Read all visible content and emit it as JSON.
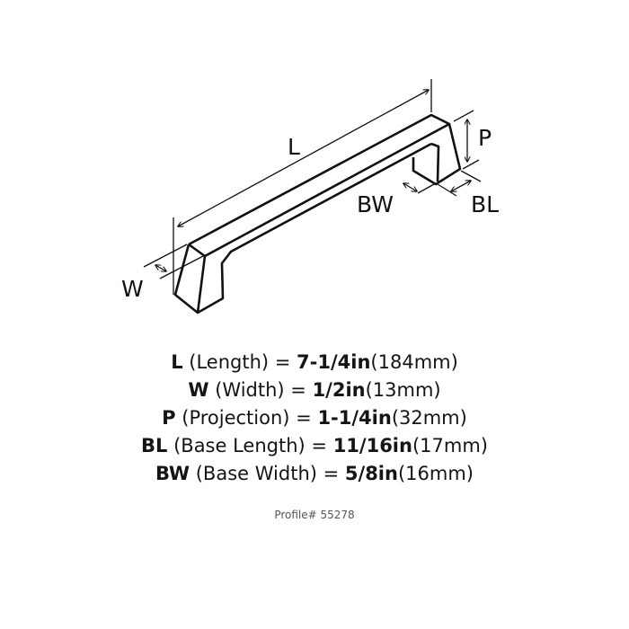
{
  "diagram": {
    "labels": {
      "length": "L",
      "projection": "P",
      "base_width": "BW",
      "base_length": "BL",
      "width": "W"
    }
  },
  "specs": [
    {
      "code": "L",
      "name": "(Length) =",
      "imperial": "7-1/4in",
      "metric": "(184mm)"
    },
    {
      "code": "W",
      "name": "(Width) =",
      "imperial": "1/2in",
      "metric": "(13mm)"
    },
    {
      "code": "P",
      "name": "(Projection) =",
      "imperial": "1-1/4in",
      "metric": "(32mm)"
    },
    {
      "code": "BL",
      "name": "(Base Length) =",
      "imperial": "11/16in",
      "metric": "(17mm)"
    },
    {
      "code": "BW",
      "name": "(Base Width) =",
      "imperial": "5/8in",
      "metric": "(16mm)"
    }
  ],
  "profile": "Profile# 55278"
}
